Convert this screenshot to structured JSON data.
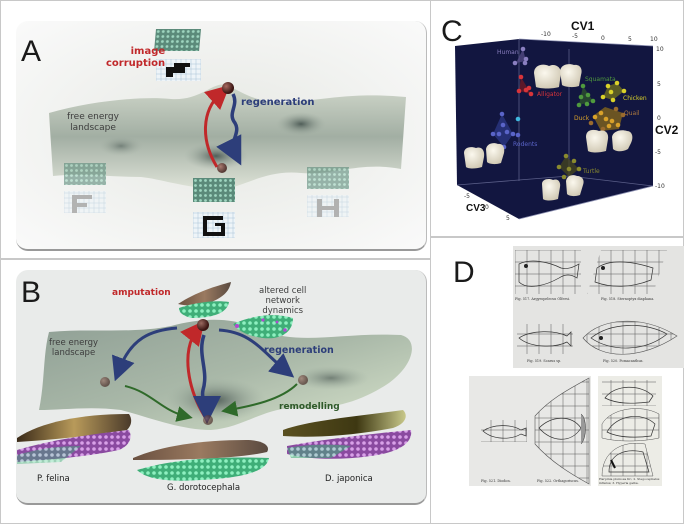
{
  "figure": {
    "panels": [
      {
        "id": "A",
        "letter": "A",
        "labels": {
          "corruption_line1": "image",
          "corruption_line2": "corruption",
          "regeneration": "regeneration",
          "landscape_line1": "free energy",
          "landscape_line2": "landscape"
        },
        "patterns": [
          "F",
          "G",
          "H"
        ],
        "colors": {
          "corruption": "#c0282a",
          "regeneration": "#2d3e7a",
          "surface": "#b7c2b0"
        }
      },
      {
        "id": "B",
        "letter": "B",
        "labels": {
          "amputation": "amputation",
          "altered_line1": "altered cell",
          "altered_line2": "network",
          "altered_line3": "dynamics",
          "landscape_line1": "free energy",
          "landscape_line2": "landscape",
          "regeneration": "regeneration",
          "remodelling": "remodelling"
        },
        "species": [
          "P. felina",
          "G. dorotocephala",
          "D. japonica"
        ],
        "colors": {
          "amputation": "#c0282a",
          "regeneration": "#2d3e7a",
          "remodelling": "#2f6a2a"
        }
      },
      {
        "id": "C",
        "letter": "C",
        "axes": {
          "x_label": "CV1",
          "y_label": "CV2",
          "z_label": "CV3",
          "x_ticks": [
            "-10",
            "-5",
            "0",
            "5",
            "10"
          ],
          "y_ticks": [
            "10",
            "5",
            "0",
            "-5",
            "-10"
          ],
          "z_ticks": [
            "-5",
            "0",
            "5"
          ]
        },
        "groups": [
          {
            "name": "Human",
            "color": "#8a7fc0"
          },
          {
            "name": "Alligator",
            "color": "#d8343a"
          },
          {
            "name": "Squamata",
            "color": "#4f9a3e"
          },
          {
            "name": "Chicken",
            "color": "#d9d12a"
          },
          {
            "name": "Duck",
            "color": "#d9a12a"
          },
          {
            "name": "Quail",
            "color": "#9a6a2e"
          },
          {
            "name": "Rodents",
            "color": "#5a64c8"
          },
          {
            "name": "Turtle",
            "color": "#8a8a2e"
          }
        ],
        "background": "#121640"
      },
      {
        "id": "D",
        "letter": "D",
        "captions": [
          "Fig. 517. Argyropelecus Olfersi.",
          "Fig. 518. Sternoptyx diaphana.",
          "Fig. 519. Scarus sp.",
          "Fig. 520. Pomacanthus.",
          "Fig. 521. Diodon.",
          "Fig. 522. Orthagoriscus.",
          "Harpinia plumosa Kr.; 2. Stegocephalus inflatus; 3. Hyperia galba."
        ]
      }
    ]
  }
}
